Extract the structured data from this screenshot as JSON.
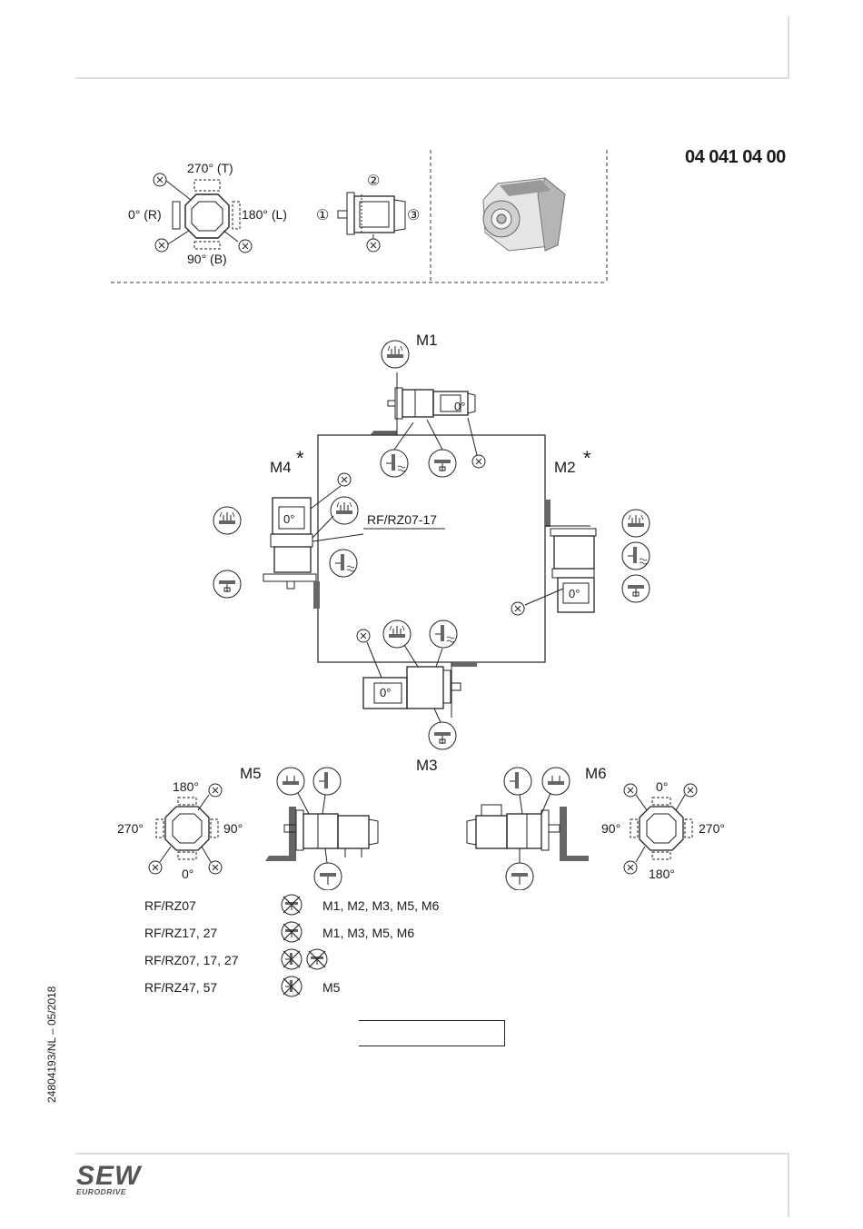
{
  "document": {
    "number": "04 041 04 00",
    "footer_code": "24804193/NL – 05/2018",
    "logo_main": "SEW",
    "logo_sub": "EURODRIVE"
  },
  "top_panel": {
    "position_top": "270° (T)",
    "position_left": "0° (R)",
    "position_right": "180° (L)",
    "position_bottom": "90° (B)",
    "side_1": "①",
    "side_2": "②",
    "side_3": "③",
    "x_mark": "X"
  },
  "mounting": {
    "m1": "M1",
    "m2": "M2",
    "m3": "M3",
    "m4": "M4",
    "m5": "M5",
    "m6": "M6",
    "star": "*",
    "zero": "0°",
    "frame_label": "RF/RZ07-17",
    "m5_angles": {
      "top": "180°",
      "left": "270°",
      "right": "90°",
      "bottom": "0°"
    },
    "m6_angles": {
      "top": "0°",
      "left": "90°",
      "right": "270°",
      "bottom": "180°"
    }
  },
  "legend": [
    {
      "label": "RF/RZ07",
      "positions": "M1, M2, M3, M5, M6"
    },
    {
      "label": "RF/RZ17, 27",
      "positions": "M1, M3, M5, M6"
    },
    {
      "label": "RF/RZ07, 17, 27",
      "positions": ""
    },
    {
      "label": "RF/RZ47, 57",
      "positions": "M5"
    }
  ]
}
